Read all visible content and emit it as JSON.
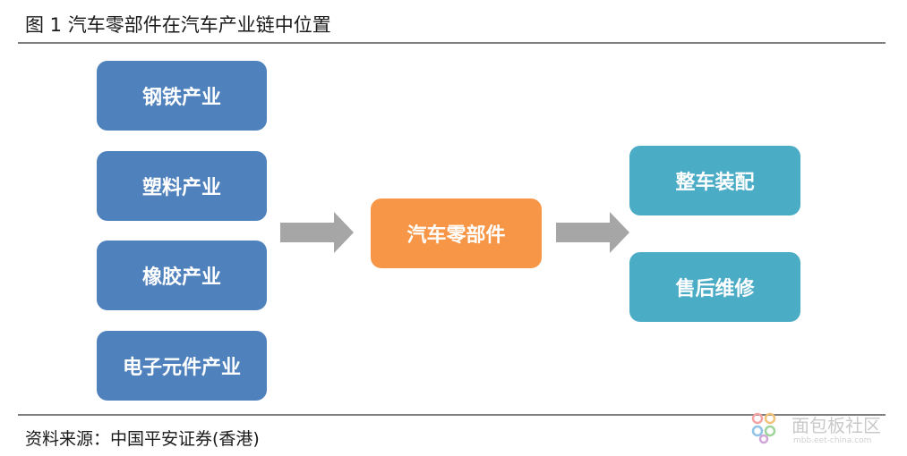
{
  "title": "图 1 汽车零部件在汽车产业链中位置",
  "upstream": [
    "钢铁产业",
    "塑料产业",
    "橡胶产业",
    "电子元件产业"
  ],
  "center": "汽车零部件",
  "downstream": [
    "整车装配",
    "售后维修"
  ],
  "source": "资料来源：中国平安证券(香港)",
  "watermark": {
    "text": "面包板社区",
    "url": "mbb.eet-china.com"
  },
  "colors": {
    "upstream": "#4f81bd",
    "center": "#f79646",
    "downstream": "#4bacc6",
    "arrow": "#a6a6a6"
  }
}
